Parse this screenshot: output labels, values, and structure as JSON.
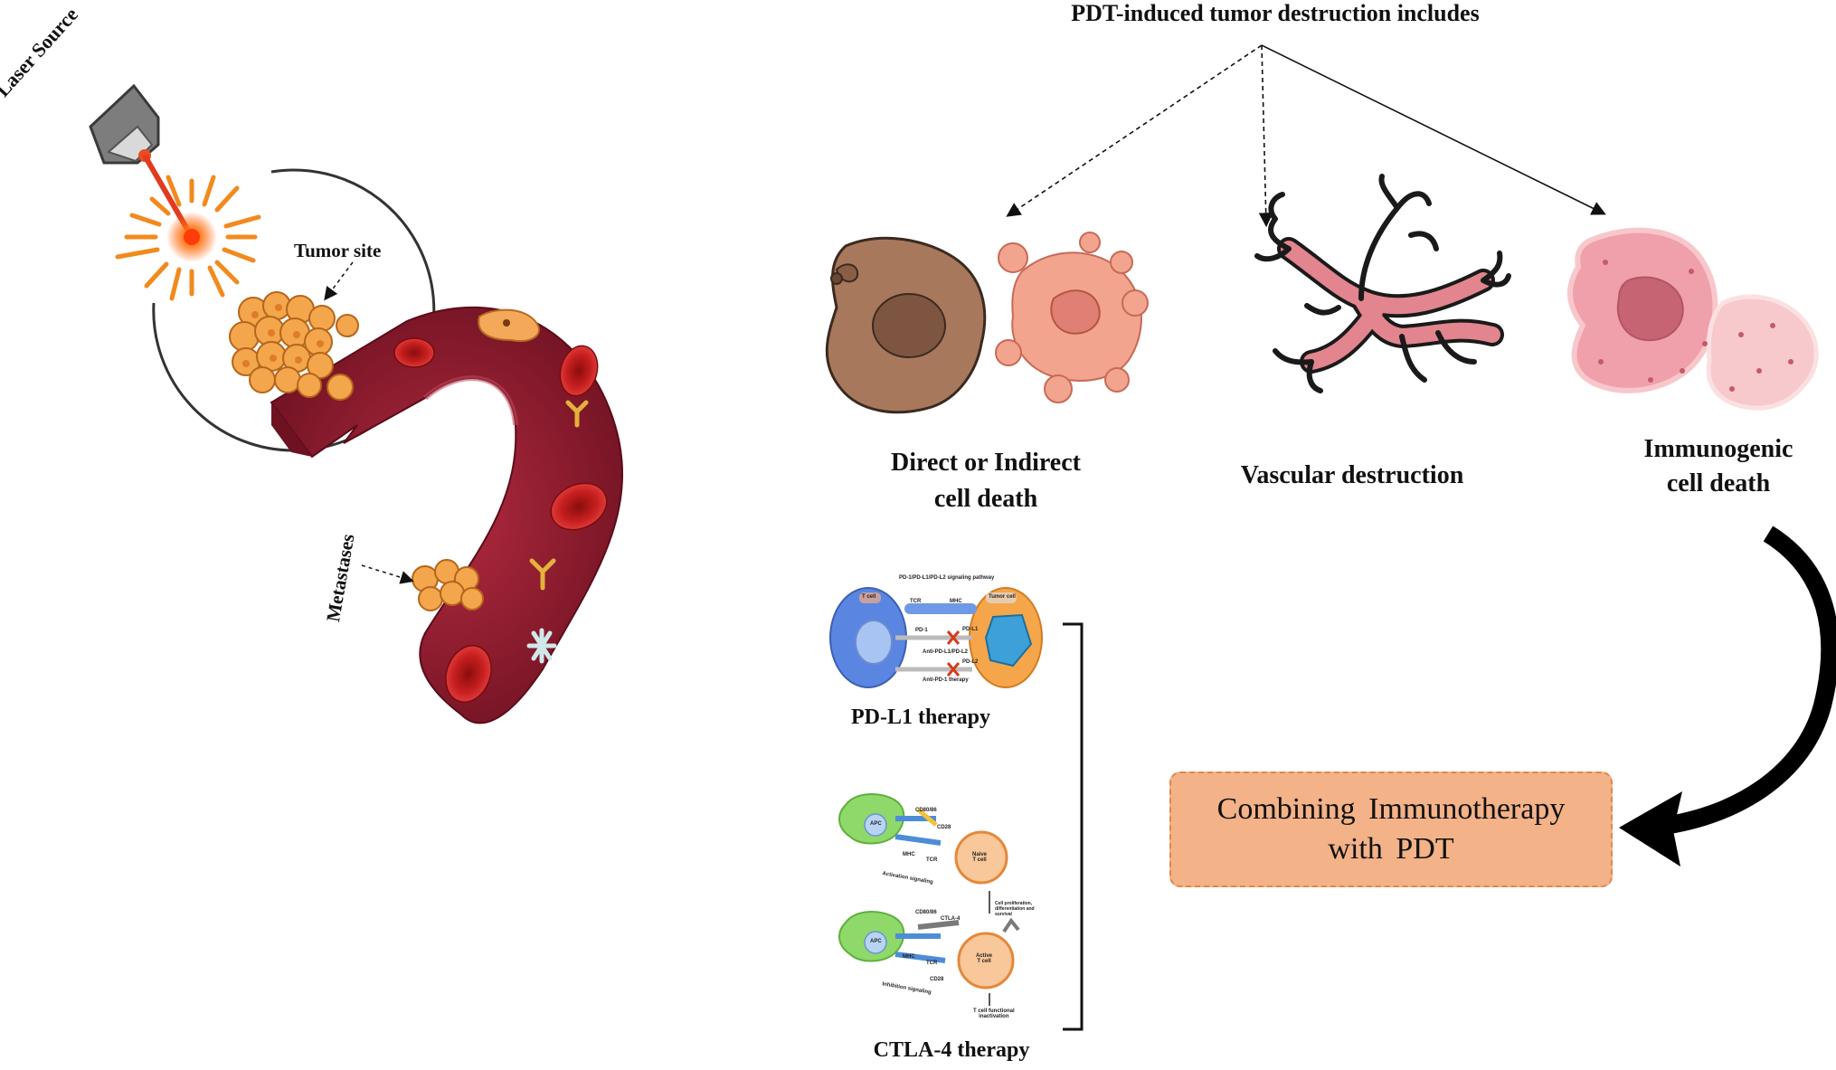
{
  "header": {
    "title": "PDT-induced tumor destruction includes"
  },
  "left": {
    "laser_label": "Laser Source",
    "tumor_label": "Tumor site",
    "metastases_label": "Metastases"
  },
  "outcomes": [
    {
      "label": "Direct or Indirect\ncell death"
    },
    {
      "label": "Vascular  destruction"
    },
    {
      "label": "Immunogenic\ncell death"
    }
  ],
  "therapies": {
    "pdl1": {
      "label": "PD-L1 therapy",
      "inset_title": "PD-1/PD-L1/PD-L2 signaling pathway",
      "t_cell": "T cell",
      "tumor_cell": "Tumor cell",
      "tcr": "TCR",
      "mhc": "MHC",
      "pd1": "PD-1",
      "pdl1_tag": "PD-L1",
      "pdl2_tag": "PD-L2",
      "anti_pdl1": "Anti-PD-L1/PD-L2",
      "anti_pd1": "Anti-PD-1 therapy"
    },
    "ctla4": {
      "label": "CTLA-4 therapy",
      "apc": "APC",
      "cd8086": "CD80/86",
      "cd28": "CD28",
      "mhc": "MHC",
      "tcr": "TCR",
      "naive": "Naive\nT cell",
      "activation": "Activation signaling",
      "prolif": "Cell proliferation,\ndifferentiation and\nsurvival",
      "ctla4": "CTLA-4",
      "active": "Active\nT cell",
      "inhibition": "Inhibition signaling",
      "inactivation": "T cell functional\ninactivation"
    }
  },
  "combination": {
    "text": "Combining  Immunotherapy\nwith PDT"
  },
  "colors": {
    "vessel": "#8e1b2e",
    "rbc": "#d42a2a",
    "tumor": "#f2a64a",
    "necrotic": "#a8785c",
    "apoptotic": "#f2a48f",
    "artery": "#e2858e",
    "immuno": "#f0a0aa",
    "combo_fill": "#f3b287",
    "combo_border": "#e0864e"
  }
}
